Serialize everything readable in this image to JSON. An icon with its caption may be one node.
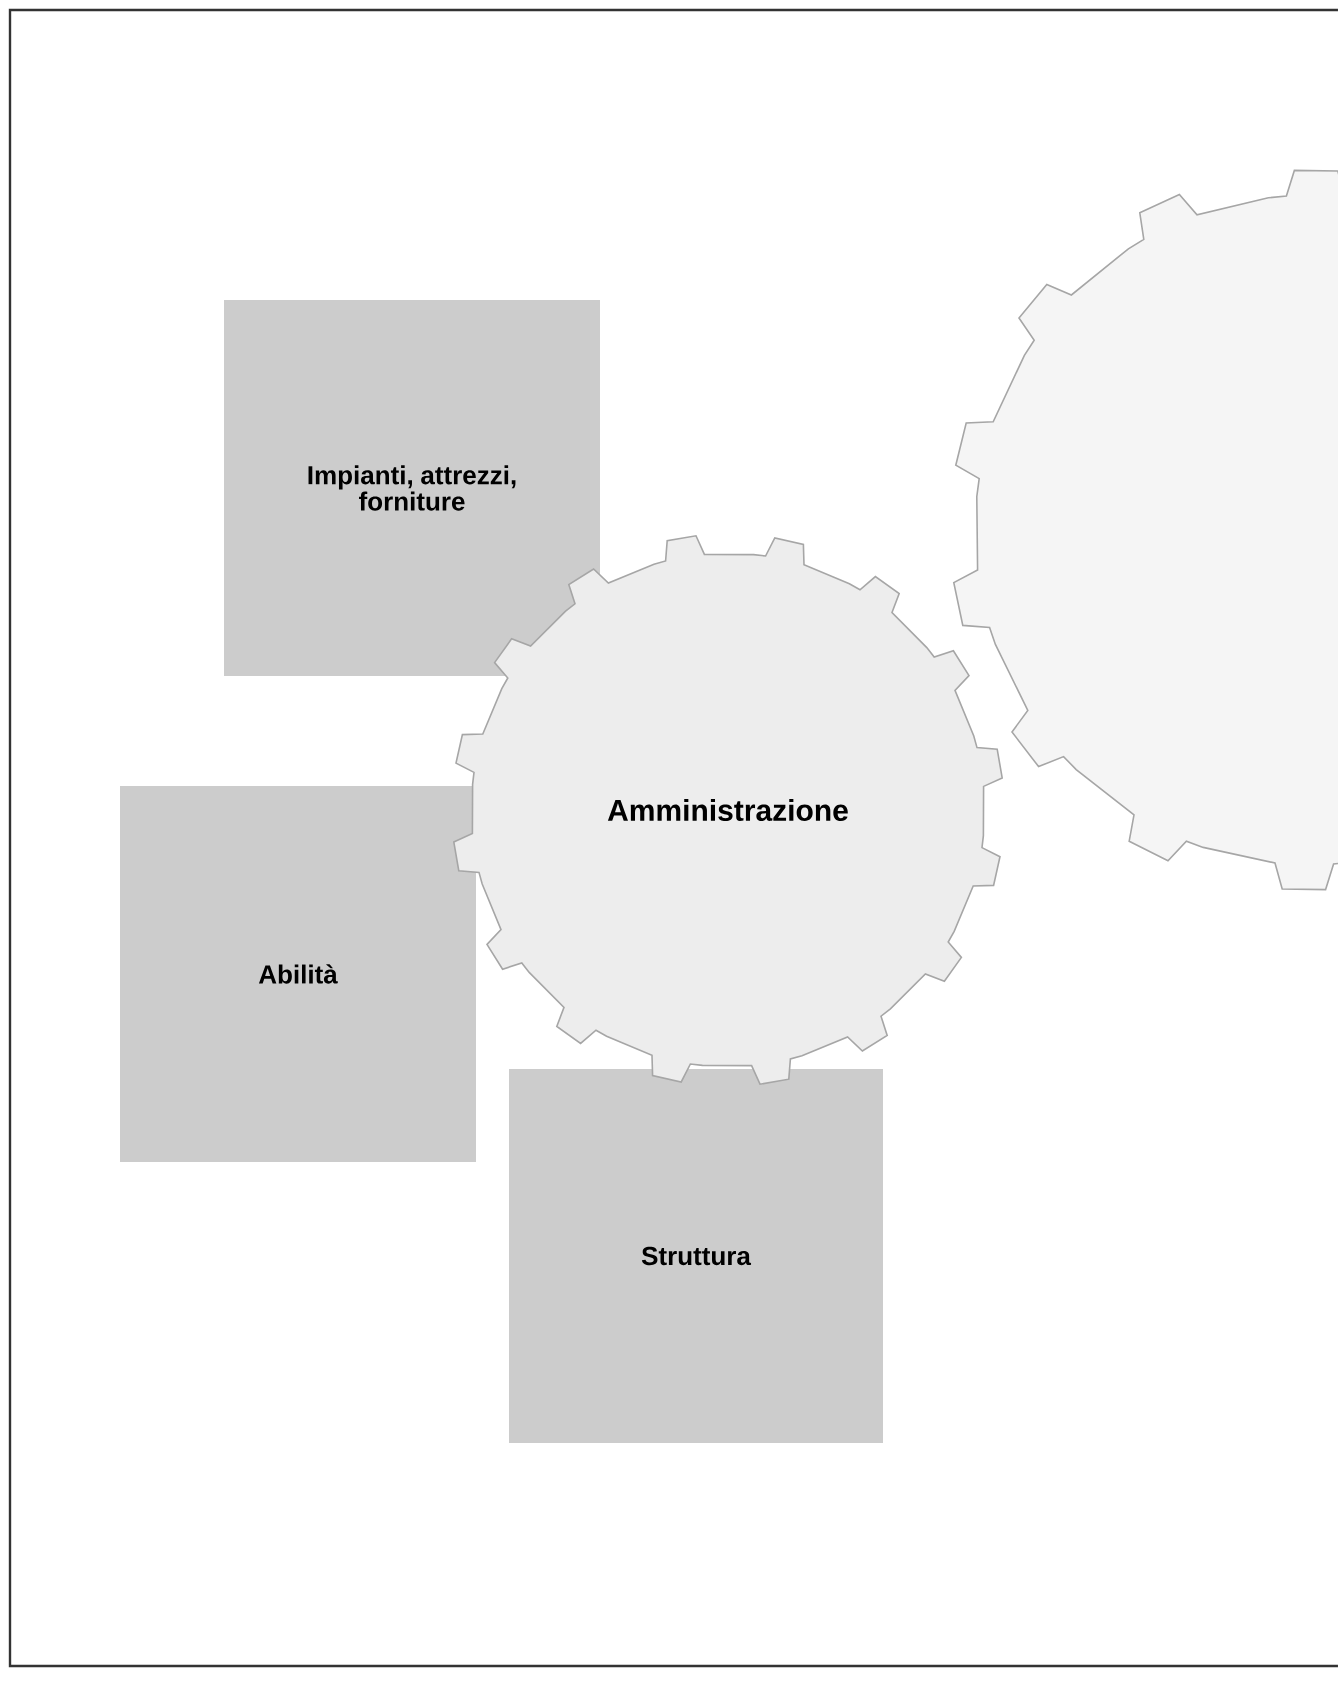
{
  "diagram": {
    "nodes": [
      {
        "text": [
          "Impianti, attrezzi, forniture"
        ]
      },
      {
        "text": [
          "Amministrazione"
        ]
      },
      {
        "text": [
          "Abilità"
        ]
      },
      {
        "text": [
          "Struttura"
        ]
      },
      {
        "text": [],
        "shape": "gear"
      }
    ],
    "edges": []
  }
}
